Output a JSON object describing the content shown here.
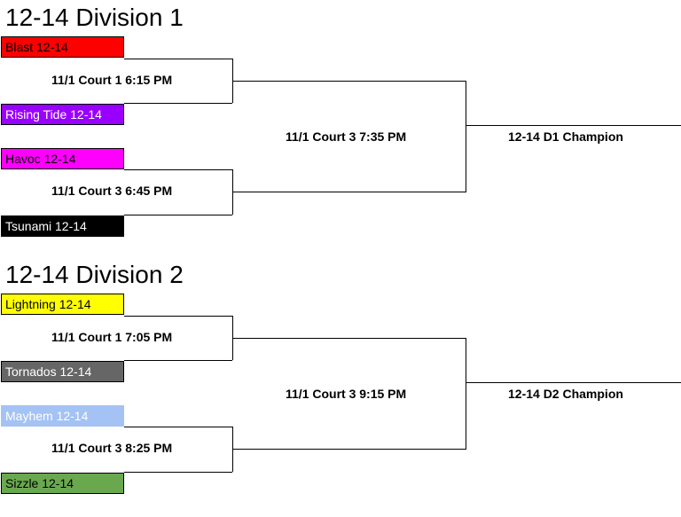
{
  "divisions": [
    {
      "title": "12-14 Division 1",
      "teams": [
        {
          "name": "Blast 12-14",
          "bg": "#ff0000",
          "fg": "#000000"
        },
        {
          "name": "Rising Tide 12-14",
          "bg": "#9900ff",
          "fg": "#ffffff"
        },
        {
          "name": "Havoc 12-14",
          "bg": "#ff00ff",
          "fg": "#000000"
        },
        {
          "name": "Tsunami 12-14",
          "bg": "#000000",
          "fg": "#ffffff"
        }
      ],
      "games": [
        "11/1 Court 1 6:15 PM",
        "11/1 Court 3 6:45 PM"
      ],
      "final": "11/1 Court 3 7:35 PM",
      "champion": "12-14 D1 Champion"
    },
    {
      "title": "12-14 Division 2",
      "teams": [
        {
          "name": "Lightning 12-14",
          "bg": "#ffff00",
          "fg": "#000000"
        },
        {
          "name": "Tornados 12-14",
          "bg": "#666666",
          "fg": "#ffffff"
        },
        {
          "name": "Mayhem 12-14",
          "bg": "#a4c2f4",
          "fg": "#ffffff"
        },
        {
          "name": "Sizzle 12-14",
          "bg": "#6aa84f",
          "fg": "#000000"
        }
      ],
      "games": [
        "11/1 Court 1 7:05 PM",
        "11/1 Court 3 8:25 PM"
      ],
      "final": "11/1 Court 3 9:15 PM",
      "champion": "12-14 D2 Champion"
    }
  ]
}
